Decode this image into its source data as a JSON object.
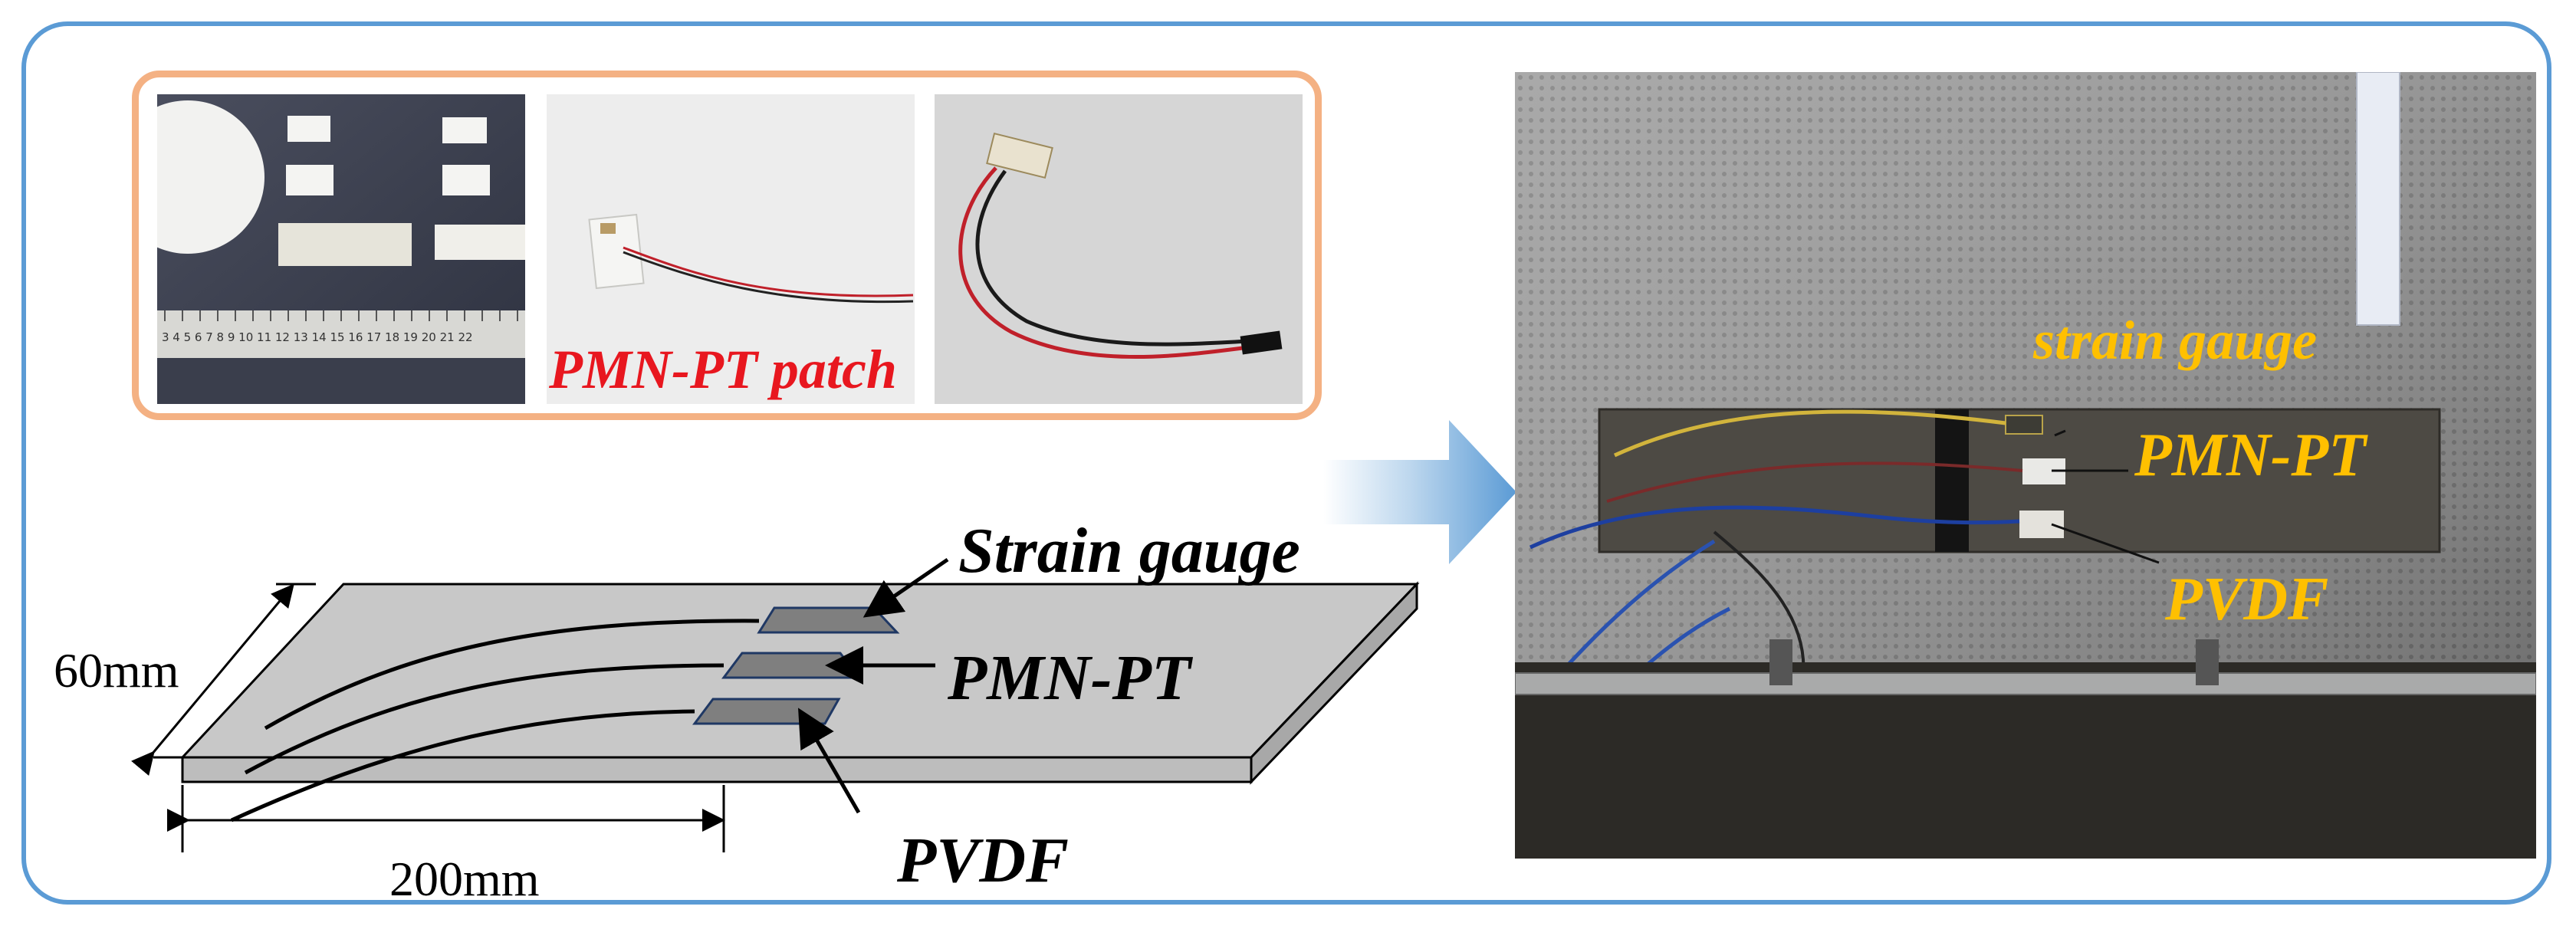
{
  "top_panel": {
    "patch_label": "PMN-PT patch",
    "ruler_numbers": "3 4 5 6 7 8 9 10 11 12 13 14 15 16 17 18 19 20 21 22"
  },
  "schematic": {
    "strain_gauge": "Strain gauge",
    "pmn_pt": "PMN-PT",
    "pvdf": "PVDF",
    "width_dim": "60mm",
    "length_dim": "200mm"
  },
  "experiment_photo": {
    "strain_gauge": "strain gauge",
    "pmn_pt": "PMN-PT",
    "pvdf": "PVDF"
  },
  "colors": {
    "frame": "#5b9bd5",
    "top_panel_border": "#f4b183",
    "patch_label": "#e8171f",
    "photo_label": "#ffc000",
    "arrow": "#9dc3e6"
  }
}
